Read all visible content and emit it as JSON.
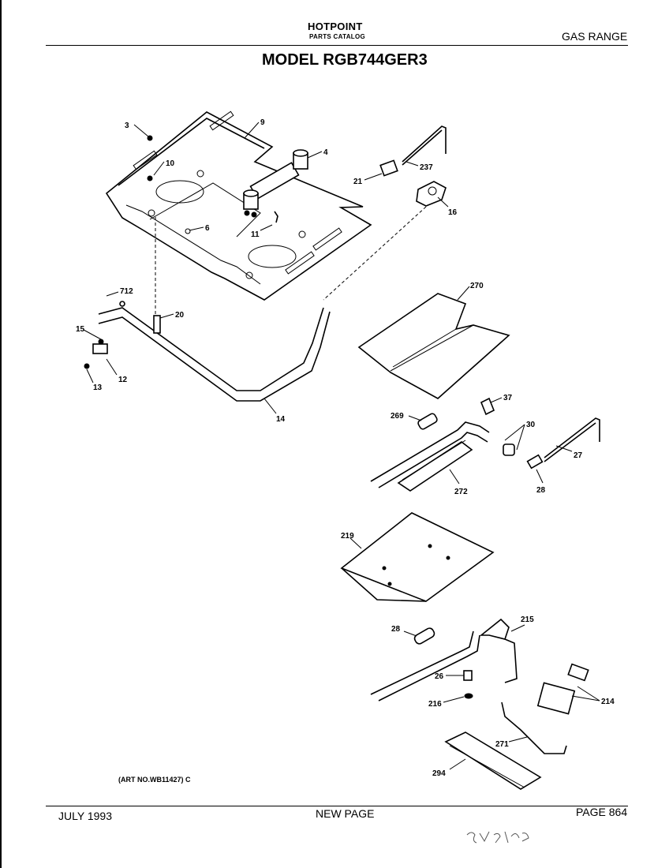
{
  "header": {
    "brand": "HOTPOINT",
    "catalog": "PARTS CATALOG",
    "category": "GAS RANGE",
    "model_title": "MODEL RGB744GER3"
  },
  "callouts": [
    "3",
    "9",
    "10",
    "4",
    "237",
    "21",
    "16",
    "6",
    "11",
    "712",
    "20",
    "15",
    "12",
    "13",
    "14",
    "270",
    "37",
    "269",
    "30",
    "27",
    "28",
    "272",
    "219",
    "215",
    "28",
    "26",
    "216",
    "214",
    "271",
    "294"
  ],
  "art_number": "(ART NO.WB11427) C",
  "footer": {
    "date": "JULY 1993",
    "status": "NEW PAGE",
    "page": "PAGE 864"
  }
}
